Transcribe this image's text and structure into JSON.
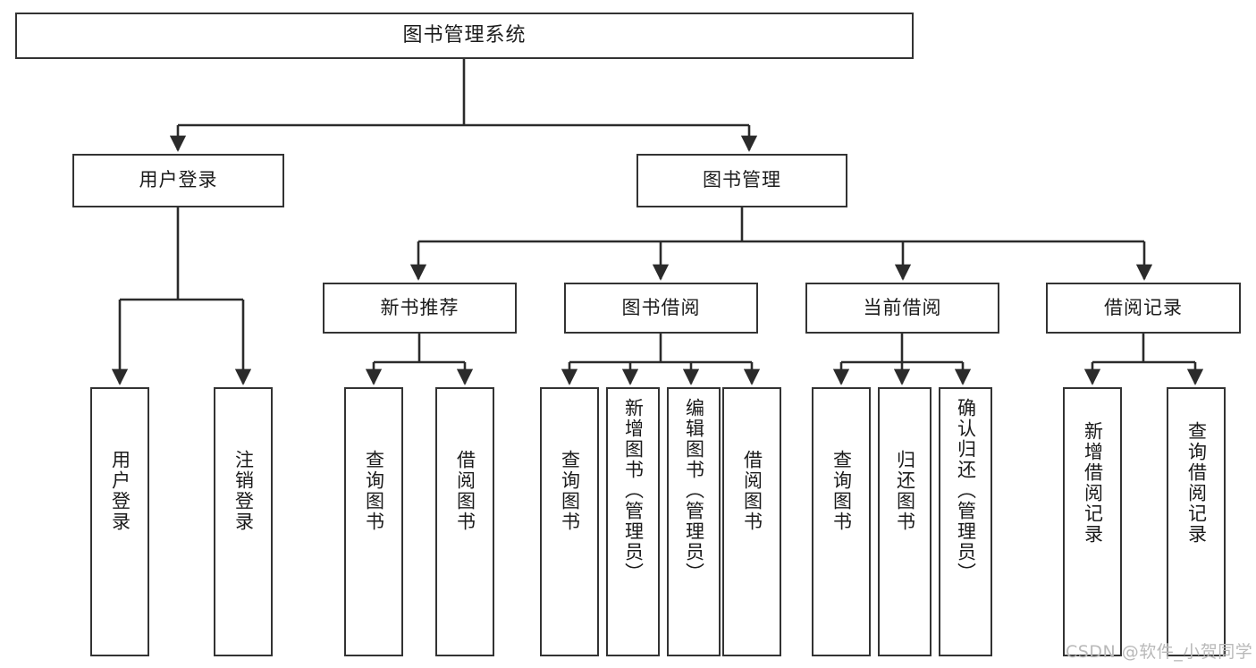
{
  "diagram": {
    "title": "图书管理系统",
    "type": "function-structure-tree",
    "colors": {
      "border": "#333333",
      "text": "#1b1b1b",
      "background": "#ffffff",
      "edge": "#2b2b2b",
      "watermark": "#b9b9b9"
    }
  },
  "root": {
    "label": "图书管理系统"
  },
  "level2": [
    {
      "label": "用户登录"
    },
    {
      "label": "图书管理"
    }
  ],
  "level3": [
    {
      "label": "新书推荐"
    },
    {
      "label": "图书借阅"
    },
    {
      "label": "当前借阅"
    },
    {
      "label": "借阅记录"
    }
  ],
  "leaves": {
    "user_login": [
      {
        "label": "用户登录"
      },
      {
        "label": "注销登录"
      }
    ],
    "new_book_recommend": [
      {
        "label": "查询图书"
      },
      {
        "label": "借阅图书"
      }
    ],
    "book_borrow": [
      {
        "label": "查询图书"
      },
      {
        "label": "新增图书（管理员）"
      },
      {
        "label": "编辑图书（管理员）"
      },
      {
        "label": "借阅图书"
      }
    ],
    "current_borrow": [
      {
        "label": "查询图书"
      },
      {
        "label": "归还图书"
      },
      {
        "label": "确认归还（管理员）"
      }
    ],
    "borrow_record": [
      {
        "label": "新增借阅记录"
      },
      {
        "label": "查询借阅记录"
      }
    ]
  },
  "watermark": {
    "text": "CSDN @软件_小贺同学"
  }
}
